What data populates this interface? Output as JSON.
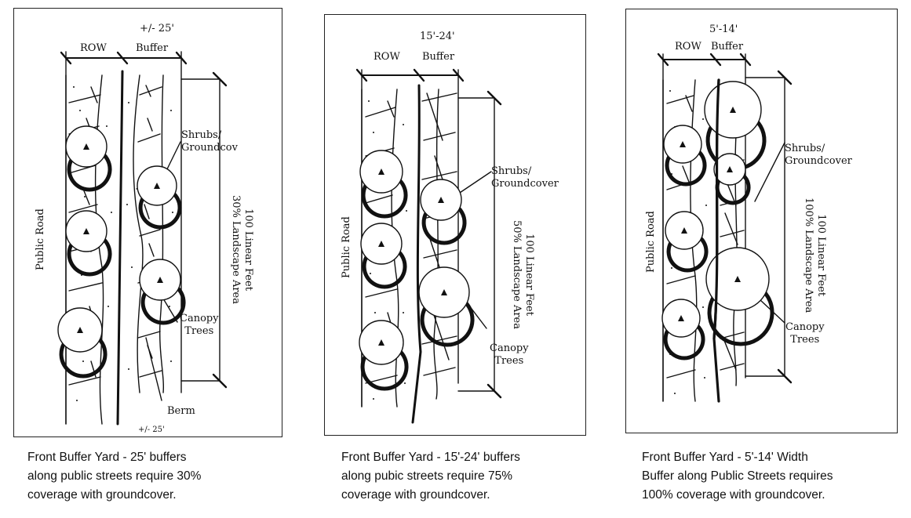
{
  "panels": [
    {
      "row_label": "ROW",
      "buffer_width": "+/- 25'",
      "buffer_label": "Buffer",
      "road_label": "Public Road",
      "shrubs_label": [
        "Shrubs/",
        "Groundcov"
      ],
      "canopy_label": [
        "Canopy",
        "Trees"
      ],
      "berm_label": "Berm",
      "dimension_label": [
        "100 Linear Feet",
        "30% Landscape Area"
      ],
      "bottom_fragment": "+/- 25'",
      "caption": [
        "Front Buffer Yard - 25' buffers",
        "along public streets require 30%",
        "coverage with groundcover."
      ]
    },
    {
      "row_label": "ROW",
      "buffer_width": "15'-24'",
      "buffer_label": "Buffer",
      "road_label": "Public Road",
      "shrubs_label": [
        "Shrubs/",
        "Groundcover"
      ],
      "canopy_label": [
        "Canopy",
        "Trees"
      ],
      "dimension_label": [
        "100 Linear Feet",
        "50% Landscape Area"
      ],
      "caption": [
        "Front Buffer Yard - 15'-24' buffers",
        "along pubic streets require 75%",
        "coverage with groundcover."
      ]
    },
    {
      "row_label": "ROW",
      "buffer_width": "5'-14'",
      "buffer_label": "Buffer",
      "road_label": "Public Road",
      "shrubs_label": [
        "Shrubs/",
        "Groundcover"
      ],
      "canopy_label": [
        "Canopy",
        "Trees"
      ],
      "dimension_label": [
        "100 Linear Feet",
        "100% Landscape Area"
      ],
      "caption": [
        "Front Buffer Yard - 5'-14' Width",
        "Buffer along Public Streets requires",
        "100% coverage with groundcover."
      ]
    }
  ]
}
